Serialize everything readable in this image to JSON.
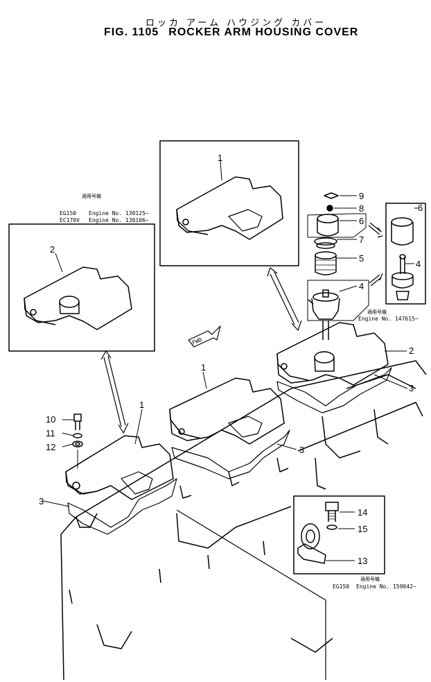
{
  "header": {
    "title_jp": "ロッカ アーム ハウジング カバー",
    "fig_label": "FIG. 1105",
    "title_en": "ROCKER ARM HOUSING COVER"
  },
  "serials": {
    "left": {
      "jp": "適用号機",
      "line1_model": "EG150",
      "line1_text": "Engine  No. 130125~",
      "line2_model": "EC170V",
      "line2_text": "Engine  No. 130106~"
    },
    "right_top": {
      "jp": "適用号機",
      "text": "Engine  No. 147615~"
    },
    "bottom": {
      "jp": "適用号機",
      "model": "EG150",
      "text": "Engine  No. 159042~"
    }
  },
  "fwd_label": "FWD",
  "callouts": {
    "c1_top": "1",
    "c1_mid": "1",
    "c1_left": "1",
    "c2_left": "2",
    "c2_right": "2",
    "c3_left": "3",
    "c3_mid": "3",
    "c3_right": "3",
    "c4_main": "4",
    "c4_detail": "4",
    "c5": "5",
    "c6_main": "6",
    "c6_detail": "6",
    "c7": "7",
    "c8": "8",
    "c9": "9",
    "c10": "10",
    "c11": "11",
    "c12": "12",
    "c13": "13",
    "c14": "14",
    "c15": "15"
  }
}
